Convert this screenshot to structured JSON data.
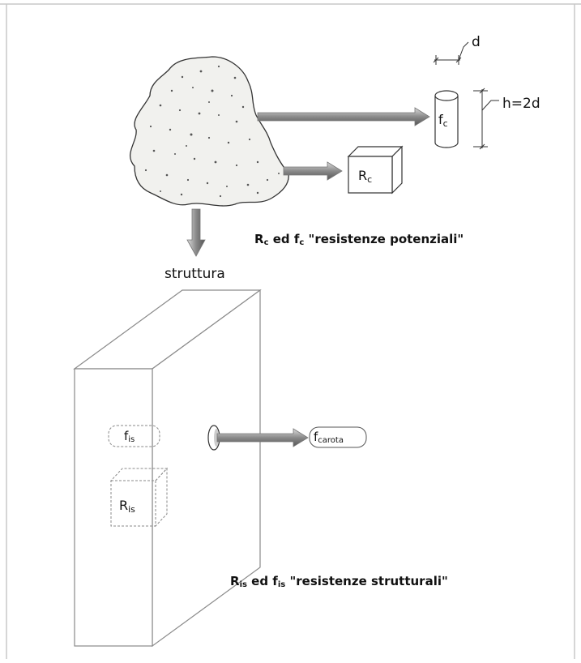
{
  "labels": {
    "d": "d",
    "h": "h=2d",
    "fc_main": "f",
    "fc_sub": "c",
    "rc_main": "R",
    "rc_sub": "c",
    "struttura": "struttura",
    "fis_main": "f",
    "fis_sub": "is",
    "ris_main": "R",
    "ris_sub": "is",
    "fcarota_main": "f",
    "fcarota_sub": "carota"
  },
  "captions": {
    "potential": {
      "r_main": "R",
      "r_sub": "c",
      "mid": " ed f",
      "f_sub": "c",
      "tail": " \"resistenze potenziali\""
    },
    "structural": {
      "r_main": "R",
      "r_sub": "is",
      "mid": " ed f",
      "f_sub": "is",
      "tail": " \"resistenze strutturali\""
    }
  },
  "colors": {
    "line": "#333333",
    "border": "#9a9a9a",
    "arrow_light": "#d4d4d4",
    "arrow_dark": "#6a6a6a",
    "blob_fill": "#f1f1ee"
  }
}
